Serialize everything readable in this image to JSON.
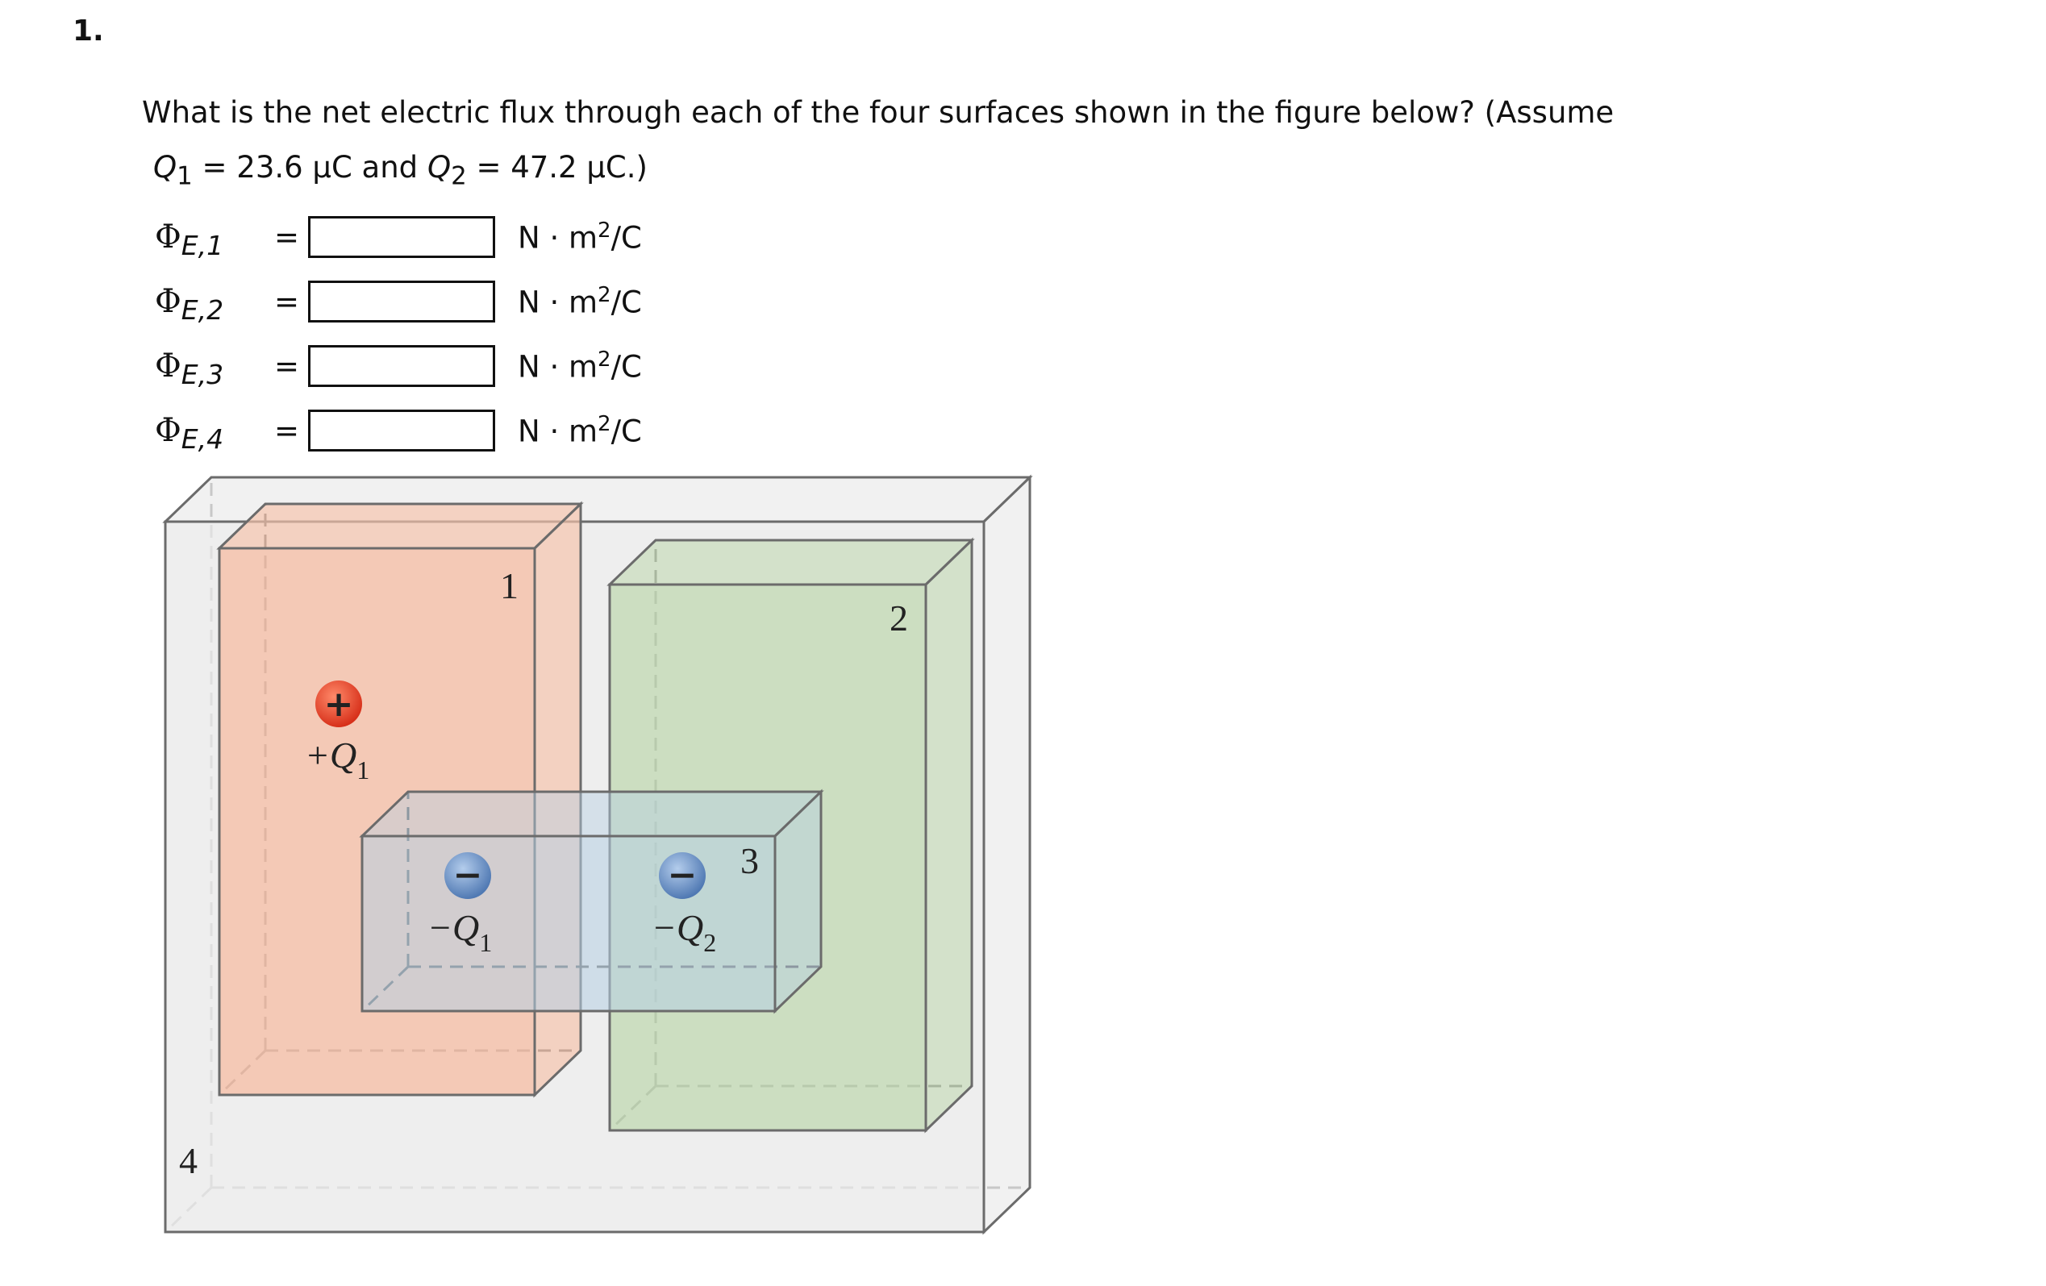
{
  "problem_number": "1.",
  "question": {
    "line1": "What is the net electric flux through each of the four surfaces shown in the figure below? (Assume",
    "q1_symbol": "Q",
    "q1_sub": "1",
    "q1_value": " = 23.6 μC  and  ",
    "q2_symbol": "Q",
    "q2_sub": "2",
    "q2_value": " = 47.2 μC.)"
  },
  "answers": [
    {
      "symbol": "Φ",
      "sub": "E,1",
      "value": "",
      "unit": "N · m",
      "unit_exp": "2",
      "unit_tail": "/C"
    },
    {
      "symbol": "Φ",
      "sub": "E,2",
      "value": "",
      "unit": "N · m",
      "unit_exp": "2",
      "unit_tail": "/C"
    },
    {
      "symbol": "Φ",
      "sub": "E,3",
      "value": "",
      "unit": "N · m",
      "unit_exp": "2",
      "unit_tail": "/C"
    },
    {
      "symbol": "Φ",
      "sub": "E,4",
      "value": "",
      "unit": "N · m",
      "unit_exp": "2",
      "unit_tail": "/C"
    }
  ],
  "equals": "=",
  "figure": {
    "surface_labels": [
      "1",
      "2",
      "3",
      "4"
    ],
    "charges": [
      {
        "sign": "+",
        "label": "+Q",
        "sub": "1",
        "color": "#e8432a"
      },
      {
        "sign": "−",
        "label": "−Q",
        "sub": "1",
        "color": "#6f93c4"
      },
      {
        "sign": "−",
        "label": "−Q",
        "sub": "2",
        "color": "#6f93c4"
      }
    ],
    "colors": {
      "surface1": "#f4c2ab",
      "surface2": "#c6dab8",
      "surface3": "#b7cfe3",
      "surface4": "#ececec",
      "edge": "#6b6b6b"
    }
  }
}
